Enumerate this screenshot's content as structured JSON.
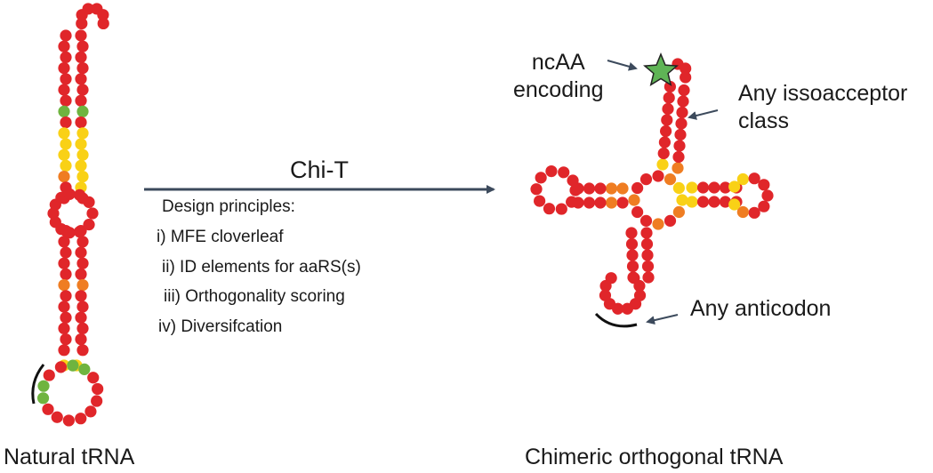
{
  "left_caption": "Natural tRNA",
  "right_caption": "Chimeric orthogonal tRNA",
  "process": {
    "label": "Chi-T",
    "principles_title": "Design principles:",
    "principles": [
      "i) MFE cloverleaf",
      "ii) ID elements for aaRS(s)",
      "iii) Orthogonality scoring",
      "iv) Diversifcation"
    ]
  },
  "annotations": {
    "ncaa": "ncAA\nencoding",
    "isoacceptor": "Any issoacceptor\nclass",
    "anticodon": "Any anticodon"
  },
  "colors": {
    "red": "#e0262a",
    "orange": "#ef7d22",
    "yellow": "#f9d116",
    "green": "#6fb43f",
    "star": "#5fb456",
    "arrow": "#3c4a5c"
  }
}
